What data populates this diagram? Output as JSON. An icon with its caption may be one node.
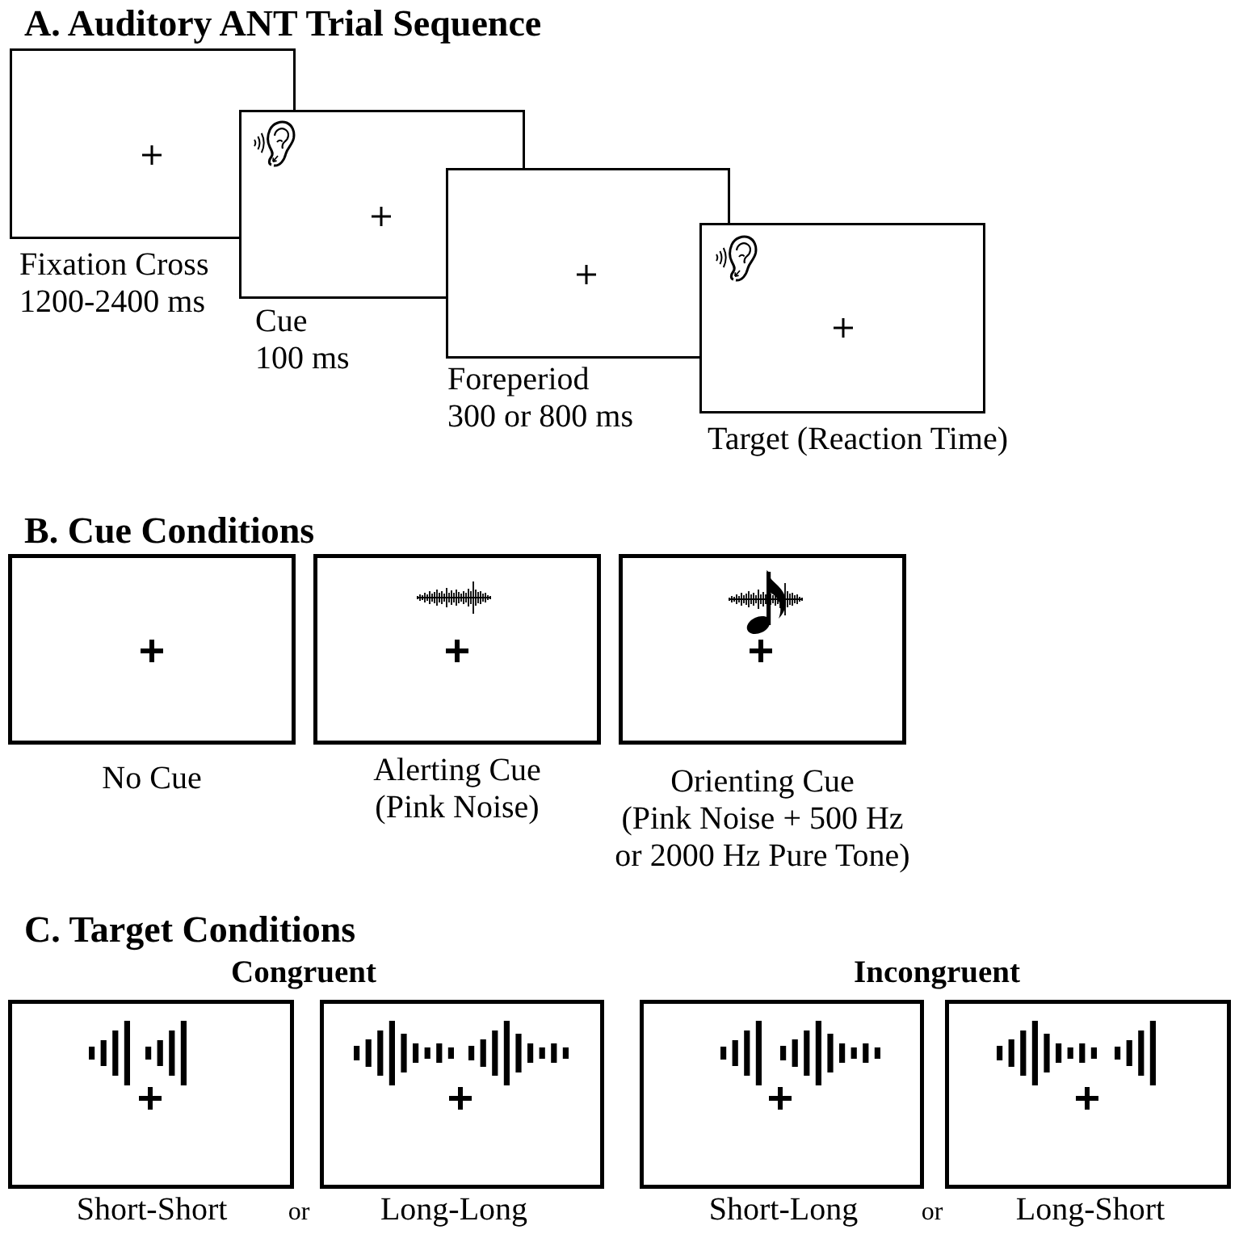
{
  "diagram": {
    "nodes": [
      {
        "text": [],
        "shape": "box",
        "beside": [
          "Fixation Cross",
          "1200-2400 ms"
        ]
      },
      {
        "text": [],
        "shape": "box",
        "beside": [
          "Cue",
          "100 ms"
        ]
      },
      {
        "text": [],
        "shape": "box",
        "beside": [
          "Foreperiod",
          "300 or 800 ms"
        ]
      },
      {
        "text": [],
        "shape": "box",
        "beside": [
          "Target (Reaction Time)"
        ]
      },
      {
        "text": [],
        "shape": "box",
        "beside": [
          "No Cue"
        ]
      },
      {
        "text": [],
        "shape": "box",
        "beside": [
          "Alerting Cue",
          "(Pink Noise)"
        ]
      },
      {
        "text": [],
        "shape": "box",
        "beside": [
          "Orienting Cue",
          "(Pink Noise + 500 Hz or 2000 Hz Pure Tone)"
        ]
      },
      {
        "text": [],
        "shape": "box",
        "beside": [
          "Short-Short"
        ]
      },
      {
        "text": [],
        "shape": "box",
        "beside": [
          "Long-Long"
        ]
      },
      {
        "text": [],
        "shape": "box",
        "beside": [
          "Short-Long"
        ]
      },
      {
        "text": [],
        "shape": "box",
        "beside": [
          "Long-Short"
        ]
      }
    ],
    "labels": [
      "A. Auditory ANT Trial Sequence",
      "B. Cue Conditions",
      "C. Target Conditions",
      "Congruent",
      "Incongruent",
      "or",
      "or"
    ]
  }
}
